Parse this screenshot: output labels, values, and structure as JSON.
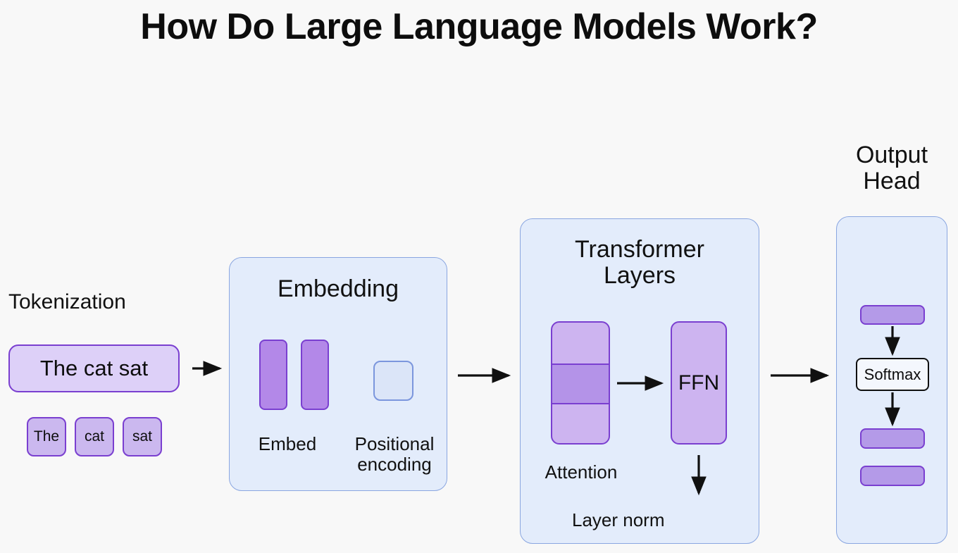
{
  "title": "How Do Large Language Models Work?",
  "background_color": "#f8f8f8",
  "palette": {
    "panel_fill": "#e3ecfb",
    "panel_border": "#8aa6e0",
    "purple_fill": "#b388e8",
    "purple_light": "#cdb4f0",
    "purple_dark": "#b493e8",
    "purple_border": "#7a3fd0",
    "lavender_fill": "#ddd0f8",
    "chip_fill": "#cbb8ef",
    "blue_square_fill": "#dbe5f8",
    "blue_square_border": "#7b96dd",
    "arrow_color": "#101010",
    "text_color": "#111111"
  },
  "stages": {
    "tokenization": {
      "label": "Tokenization",
      "sentence": "The cat sat",
      "tokens": [
        "The",
        "cat",
        "sat"
      ]
    },
    "embedding": {
      "title": "Embedding",
      "embed_label": "Embed",
      "positional_label_line1": "Positional",
      "positional_label_line2": "encoding",
      "embed_bar_count": 2
    },
    "transformer": {
      "title_line1": "Transformer",
      "title_line2": "Layers",
      "attention_label": "Attention",
      "ffn_label": "FFN",
      "layer_norm_label": "Layer norm",
      "attention_band_count": 3
    },
    "output_head": {
      "title_line1": "Output",
      "title_line2": "Head",
      "softmax_label": "Softmax",
      "top_bar_count": 1,
      "bottom_bar_count": 2
    }
  },
  "flow_arrows": [
    {
      "name": "tokenization-to-embedding",
      "direction": "right"
    },
    {
      "name": "embedding-to-transformer",
      "direction": "right"
    },
    {
      "name": "attention-to-ffn",
      "direction": "right"
    },
    {
      "name": "ffn-to-layer-norm",
      "direction": "down"
    },
    {
      "name": "transformer-to-output-head",
      "direction": "right"
    },
    {
      "name": "logits-to-softmax",
      "direction": "down"
    },
    {
      "name": "softmax-to-probs",
      "direction": "down"
    }
  ]
}
